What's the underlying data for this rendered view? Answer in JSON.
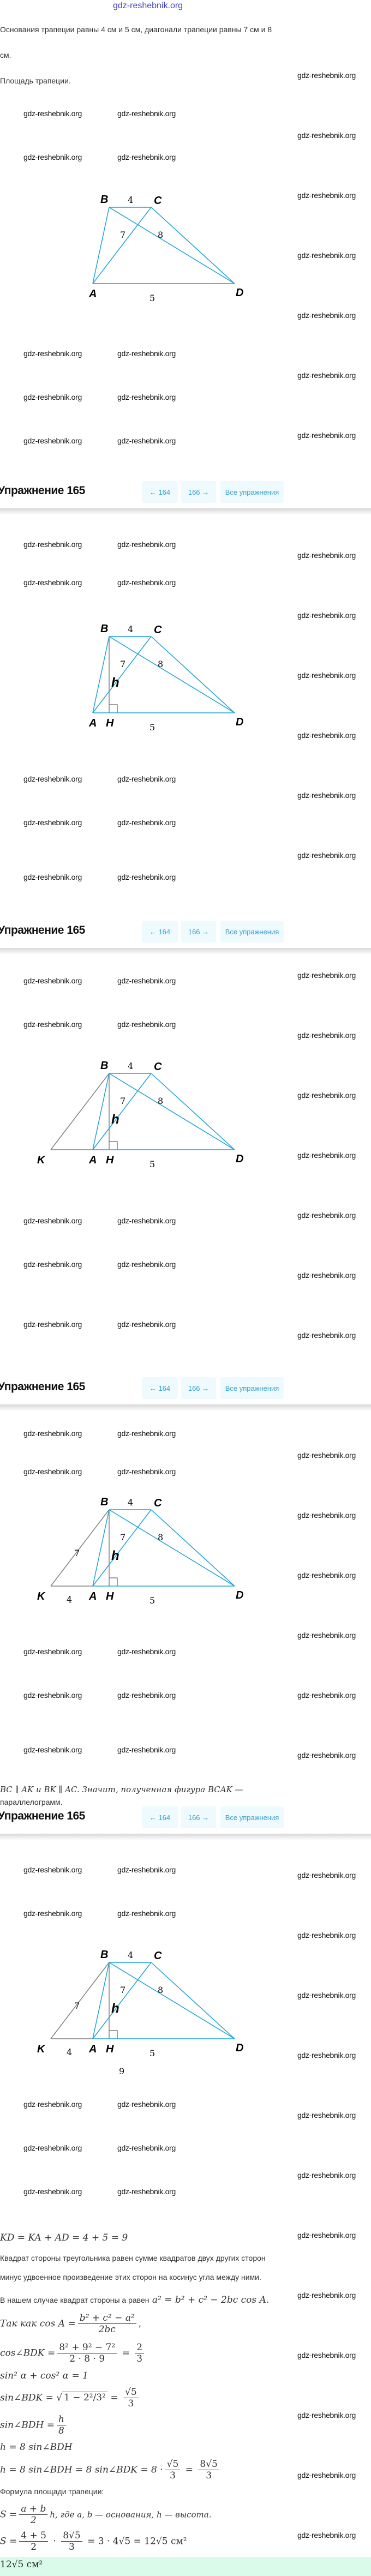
{
  "watermark": "gdz-reshebnik.org",
  "problem": {
    "line1": "Основания трапеции равны 4 см и 5 см, диагонали трапеции равны 7 см и 8",
    "line2": "см.",
    "question": "Площадь трапеции."
  },
  "nav": {
    "title": "Упражнение 165",
    "prev": "← 164",
    "next": "166 →",
    "all": "Все упражнения"
  },
  "diagram": {
    "B": "B",
    "C": "C",
    "A": "A",
    "D": "D",
    "H": "H",
    "K": "K",
    "bc": "4",
    "ac": "7",
    "bd": "8",
    "ad": "5",
    "h": "h",
    "bk": "7",
    "ka": "4",
    "kd": "9"
  },
  "colors": {
    "accent": "#1fa3d6",
    "aux": "#808080",
    "answer_bg": "#dafbea",
    "nav_bg": "#eefafd"
  },
  "parallelogram": {
    "line1": "BC ∥ AK и BK ∥ AC. Значит, полученная фигура BCAK —",
    "line2": "параллелограмм."
  },
  "solution": {
    "kd": "KD = KA + AD = 4 + 5 = 9",
    "law1": "Квадрат стороны треугольника равен сумме квадратов двух других сторон",
    "law2": "минус удвоенное произведение этих сторон на косинус угла между ними.",
    "law3_text": "В нашем случае квадрат стороны a равен",
    "law3_formula": "a² = b² + c² − 2bc cos A.",
    "since": "Так как cos A =",
    "cosA_num": "b² + c² − a²",
    "cosA_den": "2bc",
    "cos_lhs": "cos∠BDK =",
    "cos_num": "8² + 9² − 7²",
    "cos_den": "2 · 8 · 9",
    "cos_res_num": "2",
    "cos_res_den": "3",
    "identity": "sin² α + cos² α = 1",
    "sin_lhs": "sin∠BDK =",
    "sin_rad": "1 − 2²/3²",
    "sin_res_num": "√5",
    "sin_res_den": "3",
    "sinh_lhs": "sin∠BDH =",
    "sinh_num": "h",
    "sinh_den": "8",
    "h1": "h = 8 sin∠BDH",
    "h2_lhs": "h = 8 sin∠BDH = 8 sin∠BDK = 8 ·",
    "h2_num": "√5",
    "h2_den": "3",
    "h2_res_num": "8√5",
    "h2_res_den": "3",
    "area_title": "Формула площади трапеции:",
    "S1_num": "a + b",
    "S1_den": "2",
    "S1_tail": "h, где a, b — основания, h — высота.",
    "S2_num1": "4 + 5",
    "S2_den1": "2",
    "S2_num2": "8√5",
    "S2_den2": "3",
    "S2_tail": "= 3 · 4√5 = 12√5 см²",
    "S_eq": "S =",
    "answer": "12√5 см²"
  }
}
